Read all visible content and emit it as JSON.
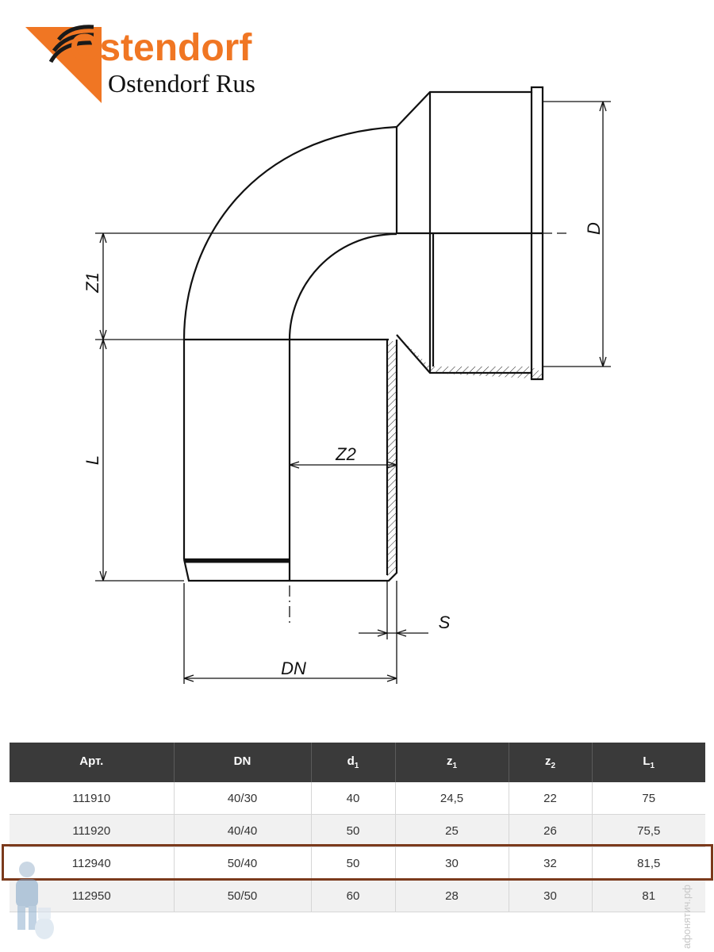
{
  "logo": {
    "brand": "Ostendorf",
    "subbrand": "Ostendorf Rus",
    "accent": "#f07623"
  },
  "drawing": {
    "labels": {
      "d": "D",
      "z1": "Z1",
      "l": "L",
      "z2": "Z2",
      "s": "S",
      "dn": "DN"
    }
  },
  "table": {
    "headers": [
      {
        "base": "Арт.",
        "sub": ""
      },
      {
        "base": "DN",
        "sub": ""
      },
      {
        "base": "d",
        "sub": "1"
      },
      {
        "base": "z",
        "sub": "1"
      },
      {
        "base": "z",
        "sub": "2"
      },
      {
        "base": "L",
        "sub": "1"
      }
    ],
    "rows": [
      [
        "111910",
        "40/30",
        "40",
        "24,5",
        "22",
        "75"
      ],
      [
        "111920",
        "40/40",
        "50",
        "25",
        "26",
        "75,5"
      ],
      [
        "112940",
        "50/40",
        "50",
        "30",
        "32",
        "81,5"
      ],
      [
        "112950",
        "50/50",
        "60",
        "28",
        "30",
        "81"
      ]
    ],
    "highlighted_row": 2,
    "header_bg": "#3a3a3a",
    "highlight_color": "#7b3a1c"
  },
  "watermark": "афонятич.рф"
}
